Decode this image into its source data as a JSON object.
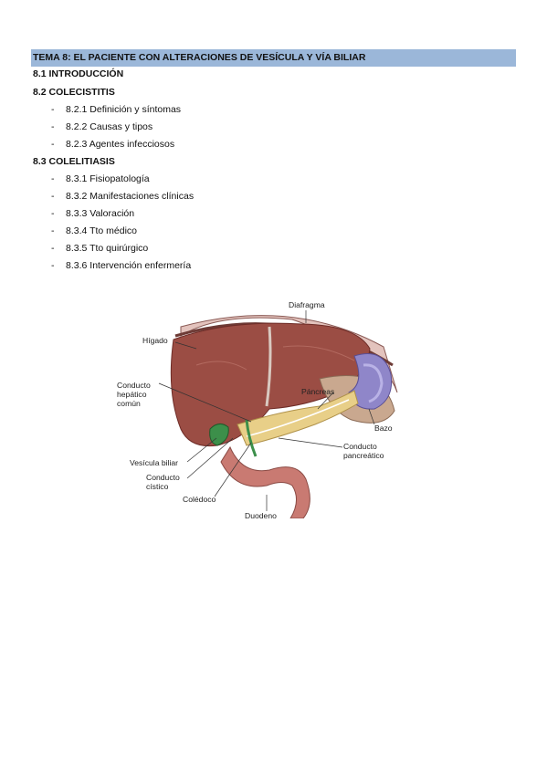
{
  "title": "TEMA 8:  EL PACIENTE CON ALTERACIONES DE VESÍCULA Y VÍA BILIAR",
  "sections": [
    {
      "heading": "8.1 INTRODUCCIÓN",
      "items": []
    },
    {
      "heading": "8.2 COLECISTITIS",
      "items": [
        "8.2.1 Definición y síntomas",
        "8.2.2 Causas y tipos",
        "8.2.3 Agentes infecciosos"
      ]
    },
    {
      "heading": "8.3 COLELITIASIS",
      "items": [
        "8.3.1 Fisiopatología",
        "8.3.2 Manifestaciones clínicas",
        "8.3.3 Valoración",
        "8.3.4 Tto médico",
        "8.3.5 Tto quirúrgico",
        "8.3.6 Intervención enfermería"
      ]
    }
  ],
  "bullet": "-",
  "figure": {
    "labels": {
      "diafragma": "Diafragma",
      "higado": "Hígado",
      "conducto_hepatico_1": "Conducto",
      "conducto_hepatico_2": "hepático",
      "conducto_hepatico_3": "común",
      "pancreas": "Páncreas",
      "bazo": "Bazo",
      "conducto_pancreatico_1": "Conducto",
      "conducto_pancreatico_2": "pancreático",
      "vesicula": "Vesícula biliar",
      "conducto_cistico_1": "Conducto",
      "conducto_cistico_2": "cístico",
      "coledoco": "Colédoco",
      "duodeno": "Duodeno"
    }
  }
}
